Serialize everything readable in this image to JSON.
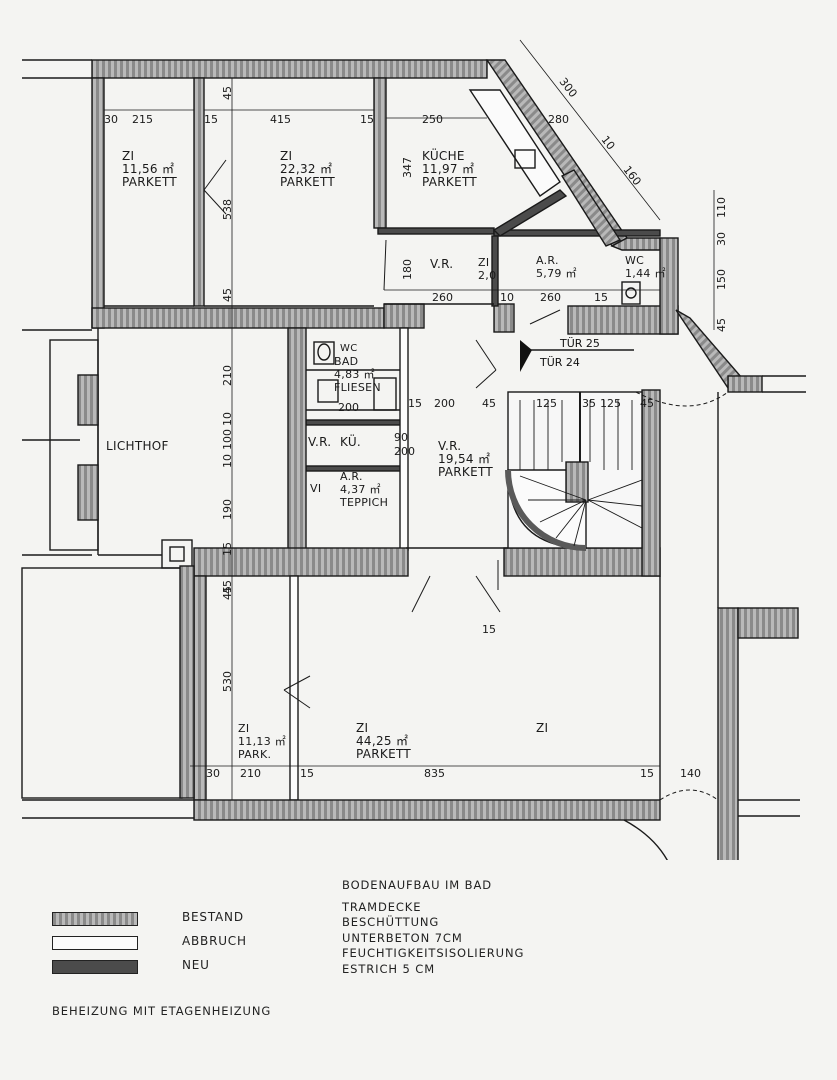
{
  "rooms": [
    {
      "key": "zi1",
      "name": "ZI",
      "area": "11,56 ㎡",
      "floor": "PARKETT"
    },
    {
      "key": "zi2",
      "name": "ZI",
      "area": "22,32 ㎡",
      "floor": "PARKETT"
    },
    {
      "key": "kueche",
      "name": "KÜCHE",
      "area": "11,97 ㎡",
      "floor": "PARKETT"
    },
    {
      "key": "vr1",
      "name": "V.R.",
      "area": "",
      "floor": ""
    },
    {
      "key": "zi3",
      "name": "ZI",
      "area": "2,0",
      "floor": ""
    },
    {
      "key": "ar1",
      "name": "A.R.",
      "area": "5,79 ㎡",
      "floor": ""
    },
    {
      "key": "wc1",
      "name": "WC",
      "area": "1,44 ㎡",
      "floor": ""
    },
    {
      "key": "bad",
      "name": "BAD",
      "area": "4,83 ㎡",
      "floor": "FLIESEN"
    },
    {
      "key": "wc2",
      "name": "WC",
      "area": "",
      "floor": ""
    },
    {
      "key": "vr2",
      "name": "V.R.",
      "area": "19,54 ㎡",
      "floor": "PARKETT"
    },
    {
      "key": "kue",
      "name": "KÜ.",
      "area": "",
      "floor": ""
    },
    {
      "key": "vr3",
      "name": "V.R.",
      "area": "",
      "floor": ""
    },
    {
      "key": "ar2",
      "name": "A.R.",
      "area": "4,37 ㎡",
      "floor": "TEPPICH"
    },
    {
      "key": "vi",
      "name": "VI",
      "area": "",
      "floor": ""
    },
    {
      "key": "lichthof",
      "name": "LICHTHOF",
      "area": "",
      "floor": ""
    },
    {
      "key": "zi4",
      "name": "ZI",
      "area": "11,13 ㎡",
      "floor": "PARK."
    },
    {
      "key": "zi5",
      "name": "ZI",
      "area": "44,25 ㎡",
      "floor": "PARKETT"
    },
    {
      "key": "zi6",
      "name": "ZI",
      "area": "",
      "floor": ""
    }
  ],
  "doors": {
    "tuer25": "TÜR 25",
    "tuer24": "TÜR 24"
  },
  "dims": {
    "top": [
      "30",
      "215",
      "15",
      "415",
      "15",
      "250",
      "280"
    ],
    "diag": [
      "300",
      "10",
      "160"
    ],
    "right": [
      "110",
      "30",
      "150",
      "45"
    ],
    "kueche_h": "347",
    "vr_h": "180",
    "mid_row": [
      "260",
      "10",
      "260",
      "15"
    ],
    "left_v": [
      "45",
      "538",
      "45",
      "210",
      "10",
      "100",
      "10",
      "190",
      "15",
      "45"
    ],
    "bath_row": [
      "15",
      "200",
      "45",
      "125",
      "35",
      "125",
      "45"
    ],
    "ku_dim": [
      "90",
      "200"
    ],
    "lower_left_v": [
      "45",
      "530"
    ],
    "bottom": [
      "30",
      "210",
      "15",
      "835",
      "15",
      "140"
    ],
    "door_15": "15",
    "bad_dim": "200"
  },
  "legend": [
    {
      "type": "bestand",
      "label": "BESTAND"
    },
    {
      "type": "abbruch",
      "label": "ABBRUCH"
    },
    {
      "type": "neu",
      "label": "NEU"
    }
  ],
  "notes": {
    "title": "BODENAUFBAU IM BAD",
    "lines": [
      "TRAMDECKE",
      "BESCHÜTTUNG",
      "UNTERBETON 7CM",
      "FEUCHTIGKEITSISOLIERUNG",
      "ESTRICH 5 CM"
    ]
  },
  "heating": "BEHEIZUNG MIT ETAGENHEIZUNG",
  "colors": {
    "bestand": "#9a9a9a",
    "abbruch": "#fbfbfb",
    "neu": "#4b4b4b",
    "line": "#1a1a1a",
    "paper": "#f4f4f2"
  }
}
